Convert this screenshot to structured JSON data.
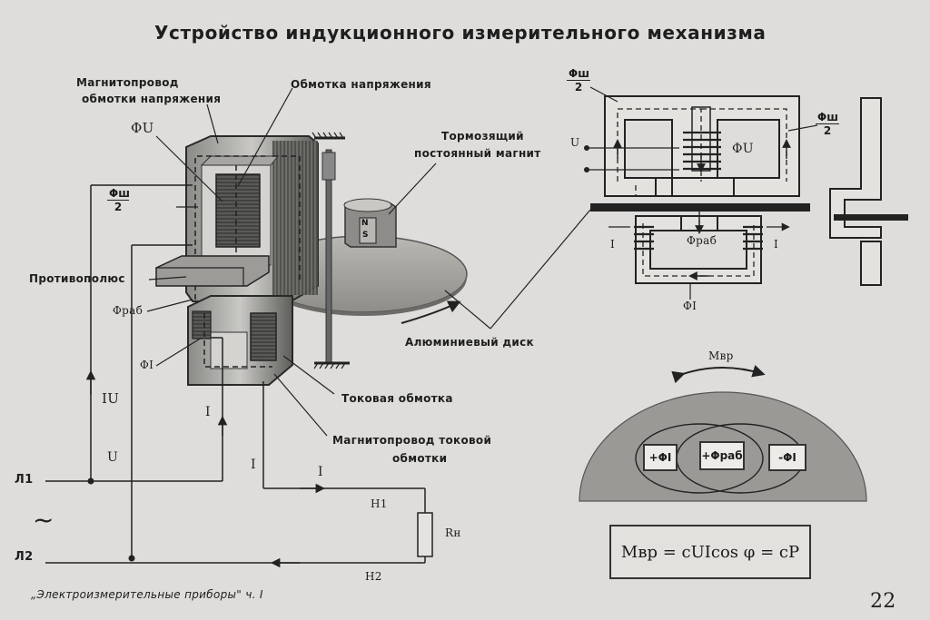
{
  "title": "Устройство индукционного измерительного механизма",
  "labels": {
    "magnetoprovod_voltage_line1": "Магнитопровод",
    "magnetoprovod_voltage_line2": "обмотки напряжения",
    "voltage_winding": "Обмотка напряжения",
    "brake_magnet_line1": "Тормозящий",
    "brake_magnet_line2": "постоянный магнит",
    "phi_u": "ΦU",
    "phi_sh_num": "Φш",
    "phi_sh_den": "2",
    "counter_pole": "Противополюс",
    "phi_rab": "Φраб",
    "phi_i": "ΦI",
    "aluminium_disk": "Алюминиевый диск",
    "current_winding": "Токовая обмотка",
    "magnetoprovod_current_line1": "Магнитопровод токовой",
    "magnetoprovod_current_line2": "обмотки",
    "i_u": "IU",
    "i": "I",
    "u": "U",
    "l1": "Л1",
    "l2": "Л2",
    "tilde": "~",
    "h1": "H1",
    "h2": "H2",
    "r_n": "Rн",
    "magnet_n": "N",
    "magnet_s": "S",
    "source_caption": "„Электроизмерительные приборы\" ч. I",
    "page_number": "22",
    "schematic_phi_sh_num_left": "Φш",
    "schematic_phi_sh_den_left": "2",
    "schematic_phi_sh_num_right": "Φш",
    "schematic_phi_sh_den_right": "2",
    "schematic_u": "U",
    "schematic_phi_u": "ΦU",
    "schematic_phi_rab": "Φраб",
    "schematic_i_left": "I",
    "schematic_i_right": "I",
    "schematic_phi_i": "ΦI",
    "m_vr": "Mвр",
    "flux_plus_i": "+ΦI",
    "flux_plus_rab": "+Φраб",
    "flux_minus_i": "-ΦI",
    "formula": "Mвр = cUIcos φ = cP"
  }
}
